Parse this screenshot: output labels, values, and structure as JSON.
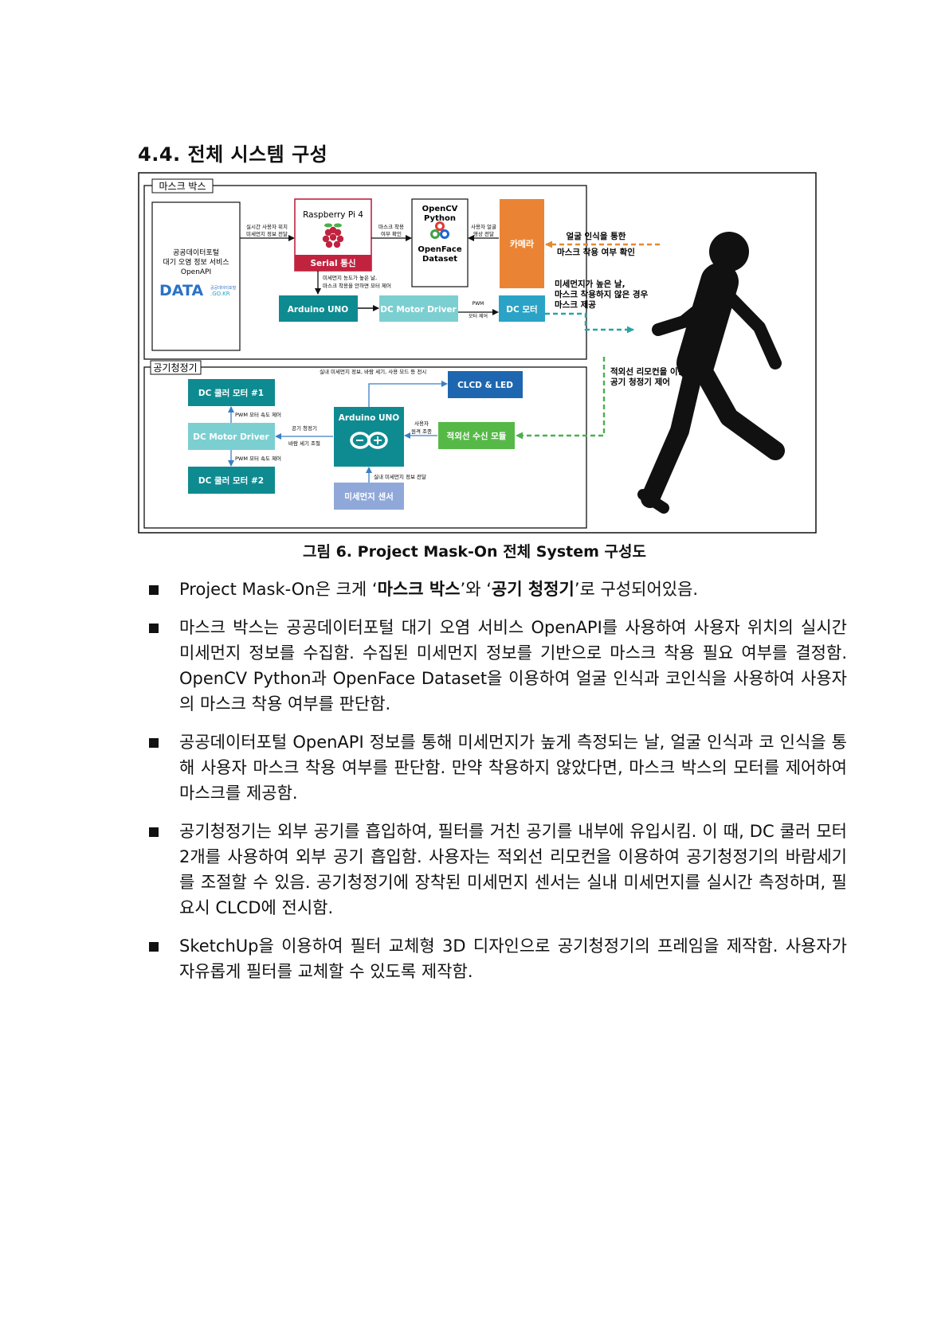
{
  "section_heading": "4.4. 전체 시스템 구성",
  "diagram": {
    "maskbox_title": "마스크 박스",
    "air_title": "공기청정기",
    "open_api_box": [
      "공공데이터포털",
      "대기 오염 정보 서비스",
      "OpenAPI"
    ],
    "data_logo": "DATA",
    "data_logo_sub1": "공공데이터포털",
    "data_logo_sub2": ".GO.KR",
    "arrow_api_rpi": [
      "실시간 사용자 위치",
      "미세먼지 정보 전달"
    ],
    "rpi_title": "Raspberry Pi 4",
    "rpi_serial": "Serial 통신",
    "arrow_rpi_cv": [
      "마스크 착용",
      "여부 확인"
    ],
    "opencv_top": [
      "OpenCV",
      "Python"
    ],
    "opencv_bottom": [
      "OpenFace",
      "Dataset"
    ],
    "arrow_cam_cv": [
      "사용자 얼굴",
      "영상 전달"
    ],
    "camera": "카메라",
    "face_note": [
      "얼굴 인식을 통한",
      "마스크 착용 여부 확인"
    ],
    "motor_note": [
      "미세먼지 농도가 높은 날,",
      "마스크 착용을 안하면 모터 제어"
    ],
    "arduino_uno_top": "Arduino UNO",
    "dc_driver_top": "DC Motor Driver",
    "pwm_label": [
      "PWM",
      "모터 제어"
    ],
    "dc_motor_top": "DC 모터",
    "mask_provide_note": [
      "미세먼지가 높은 날,",
      "마스크 착용하지 않은 경우",
      "마스크 제공"
    ],
    "ir_remote_note": [
      "적외선 리모컨을 이용한",
      "공기 청정기 제어"
    ],
    "cooler1": "DC 쿨러 모터 #1",
    "pwm_speed1": "PWM 모터 속도 제어",
    "dc_driver_air": "DC Motor Driver",
    "pwm_speed2": "PWM 모터 속도 제어",
    "cooler2": "DC 쿨러 모터 #2",
    "arrow_air_wind": [
      "공기 청정기",
      "바람 세기 조절"
    ],
    "arduino_air": "Arduino UNO",
    "clcd_note": "실내 미세먼지 정보, 바람 세기, 사용 모드 등 전시",
    "clcd": "CLCD & LED",
    "arrow_user": [
      "사용자",
      "원격 조종"
    ],
    "ir_receiver": "적외선 수신 모듈",
    "dust_note": "실내 미세먼지 정보 전달",
    "dust_sensor": "미세먼지 센서"
  },
  "figure_caption": "그림 6. Project Mask-On 전체 System 구성도",
  "bullets": [
    {
      "pre": "Project Mask-On은 크게 ‘",
      "b1": "마스크 박스",
      "mid": "’와 ‘",
      "b2": "공기 청정기",
      "post": "’로 구성되어있음."
    },
    {
      "text": "마스크 박스는 공공데이터포털 대기 오염 서비스 OpenAPI를 사용하여 사용자 위치의 실시간 미세먼지 정보를 수집함. 수집된 미세먼지 정보를 기반으로 마스크 착용 필요 여부를 결정함. OpenCV Python과 OpenFace Dataset을 이용하여 얼굴 인식과 코인식을 사용하여 사용자의 마스크 착용 여부를 판단함."
    },
    {
      "text": "공공데이터포털 OpenAPI 정보를 통해 미세먼지가 높게 측정되는 날, 얼굴 인식과 코 인식을 통해 사용자 마스크 착용 여부를 판단함. 만약 착용하지 않았다면, 마스크 박스의 모터를 제어하여 마스크를 제공함."
    },
    {
      "text": "공기청정기는 외부 공기를 흡입하여, 필터를 거친 공기를 내부에 유입시킴. 이 때, DC 쿨러 모터 2개를 사용하여 외부 공기 흡입함. 사용자는 적외선 리모컨을 이용하여 공기청정기의 바람세기를 조절할 수 있음. 공기청정기에 장착된 미세먼지 센서는 실내 미세먼지를 실시간 측정하며, 필요시 CLCD에 전시함."
    },
    {
      "text": "SketchUp을 이용하여 필터 교체형 3D 디자인으로 공기청정기의 프레임을 제작함. 사용자가 자유롭게 필터를 교체할 수 있도록 제작함."
    }
  ]
}
